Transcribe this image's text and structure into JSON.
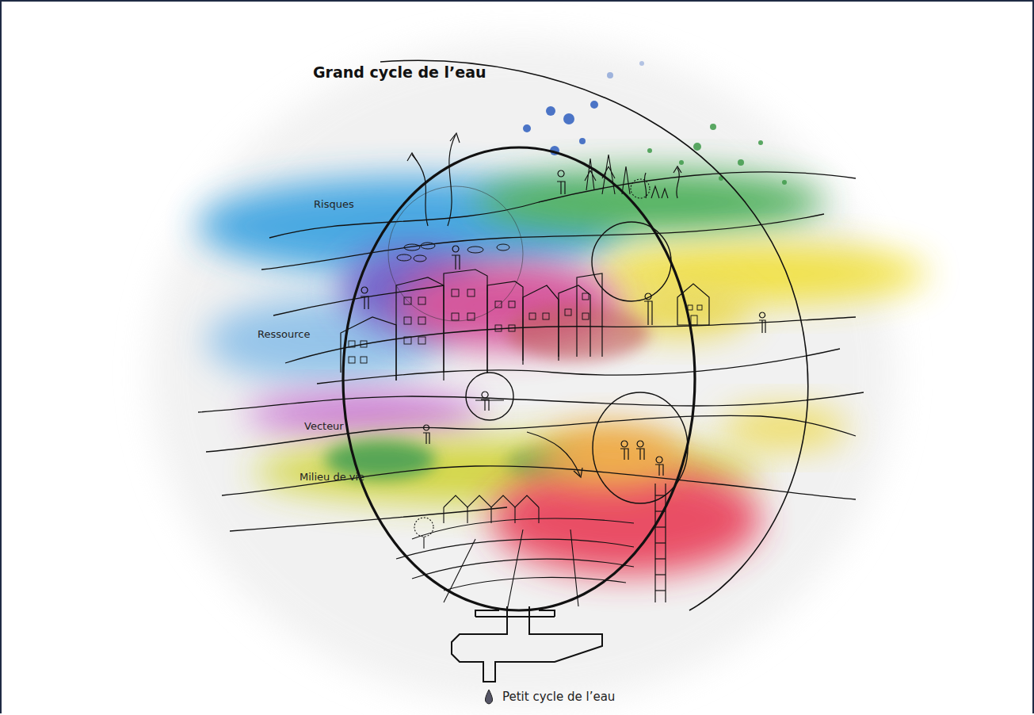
{
  "diagram": {
    "title": "Grand cycle de l’eau",
    "labels": [
      "Risques",
      "Ressource",
      "Vecteur",
      "Milieu de vie",
      "Petit cycle de l’eau"
    ]
  }
}
